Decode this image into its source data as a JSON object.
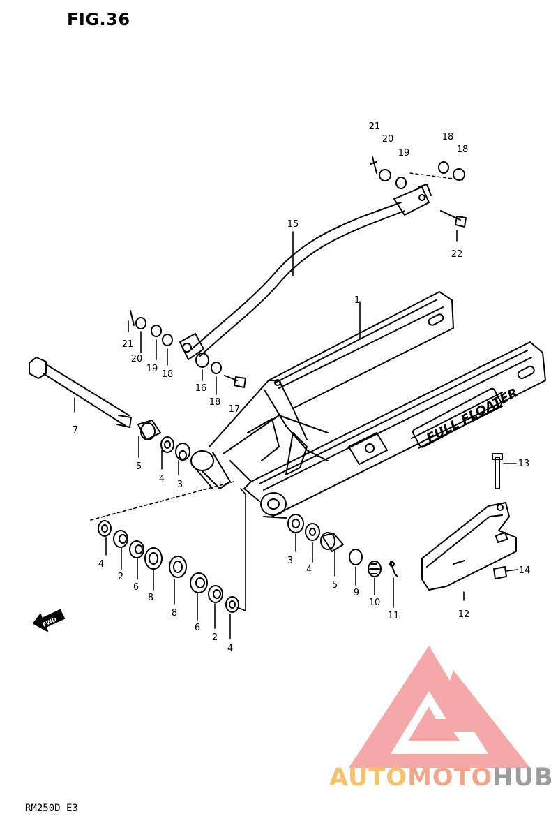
{
  "figure": {
    "title": "FIG.36",
    "model": "RM250D  E3"
  },
  "swingarm_text": "FULL FLOATER",
  "fwd_text": "FWD",
  "watermark": {
    "part1": "AUTO",
    "part2": "MOTO",
    "part3": "HUB",
    "colors": {
      "auto": "#f7c16a",
      "moto": "#f3a58c",
      "hub": "#9c9c9c",
      "logo": "#f28b8b"
    }
  },
  "callouts": {
    "p21a": "21",
    "p20a": "20",
    "p19a": "19",
    "p18a": "18",
    "p18b": "18",
    "p15": "15",
    "p22": "22",
    "p1": "1",
    "p21b": "21",
    "p20b": "20",
    "p19b": "19",
    "p18c": "18",
    "p16": "16",
    "p18d": "18",
    "p17": "17",
    "p7": "7",
    "p5a": "5",
    "p4a": "4",
    "p3a": "3",
    "p13": "13",
    "p4b": "4",
    "p2a": "2",
    "p6a": "6",
    "p8a": "8",
    "p8b": "8",
    "p6b": "6",
    "p2b": "2",
    "p4c": "4",
    "p3b": "3",
    "p4d": "4",
    "p5b": "5",
    "p9": "9",
    "p10": "10",
    "p11": "11",
    "p12": "12",
    "p14": "14"
  }
}
